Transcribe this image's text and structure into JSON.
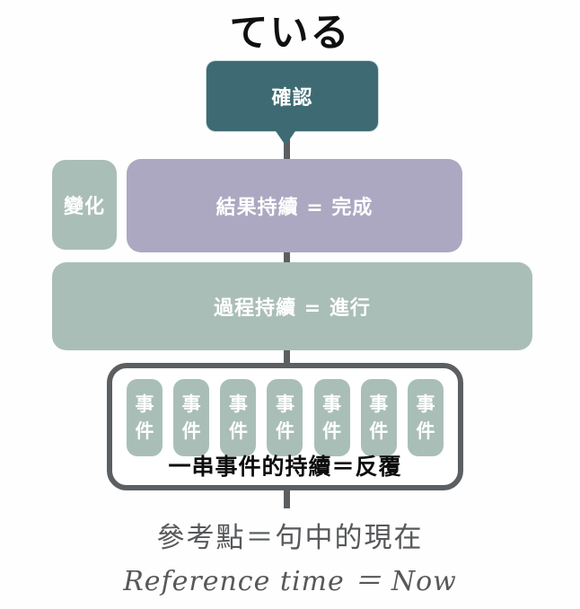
{
  "title": "ている",
  "bubble": {
    "label": "確認"
  },
  "row_result": {
    "change_label": "變化",
    "result_label": "結果持續 = 完成"
  },
  "row_process": {
    "process_label": "過程持續 = 進行"
  },
  "events": {
    "item_label": "事件",
    "count": 7,
    "caption": "一串事件的持續＝反覆"
  },
  "footer": {
    "line1": "參考點＝句中的現在",
    "line2": "Reference time ＝ Now"
  },
  "colors": {
    "bubble_teal": "#3e6b73",
    "sage_green": "#aabeb8",
    "lavender": "#aca8c1",
    "connector_gray": "#5c5f62",
    "footer_text_gray": "#57585a",
    "title_black": "#101010",
    "background": "#fefefe"
  }
}
